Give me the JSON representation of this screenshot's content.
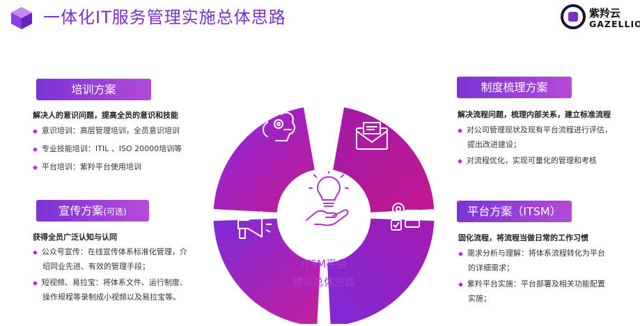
{
  "header": {
    "title": "一体化IT服务管理实施总体思路",
    "brand_cn": "紫羚云",
    "brand_en": "GAZELLIO"
  },
  "center": {
    "line1": "ITSM平台",
    "line2": "建设总体思路"
  },
  "sections": {
    "training": {
      "tag": "培训方案",
      "headline": "解决人的意识问题，提高全员的意识和技能",
      "items": [
        "意识培训：高层管理培训，全员意识培训",
        "专业技能培训：ITIL 、ISO 20000培训等",
        "平台培训：紫羚平台使用培训"
      ]
    },
    "promotion": {
      "tag": "宣传方案",
      "tag_note": "(可选)",
      "headline": "获得全员广泛认知与认同",
      "items": [
        {
          "l1": "公众号宣传：在线宣传体系标准化管理，介",
          "l2": "绍同业先进、有效的管理手段；"
        },
        {
          "l1": "短视频、易拉宝：将体系文件、运行制度、",
          "l2": "操作规程等录制成小视频以及易拉宝等。"
        }
      ]
    },
    "process": {
      "tag": "制度梳理方案",
      "headline": "解决流程问题，梳理内部关系，建立标准流程",
      "items": [
        {
          "l1": "对公司管理现状及现有平台流程进行评估，",
          "l2": "提出改进建设；"
        },
        {
          "l1": "对流程优化，实现可量化的管理和考核",
          "l2": ""
        }
      ]
    },
    "platform": {
      "tag": "平台方案（ITSM）",
      "headline": "固化流程，将流程当做日常的工作习惯",
      "items": [
        {
          "l1": "需求分析与理解：将体系流程转化为平台",
          "l2": "的详细需求；"
        },
        {
          "l1": "紫羚平台实施：平台部署及相关功能配置",
          "l2": "实施；"
        }
      ]
    }
  },
  "icons": [
    "brain-gear-icon",
    "mail-icon",
    "megaphone-icon",
    "server-gear-icon",
    "hand-lightbulb-icon",
    "cube-logo-icon",
    "brand-logo-icon"
  ],
  "colors": {
    "accent": "#8a2be2",
    "magenta": "#c2188f",
    "title": "#7a2dc8"
  }
}
